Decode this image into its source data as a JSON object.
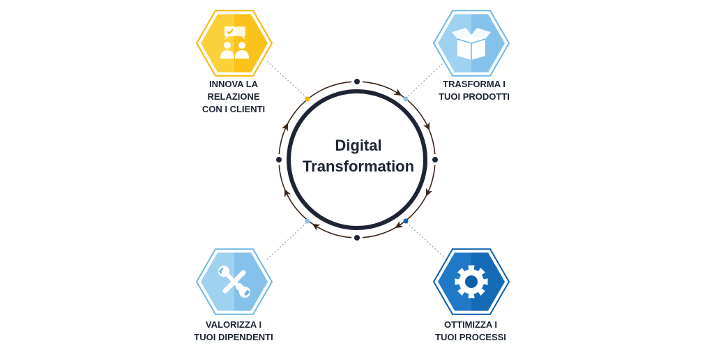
{
  "center": {
    "line1": "Digital",
    "line2": "Transformation"
  },
  "nodes": [
    {
      "id": "customers",
      "lines": [
        "INNOVA LA",
        "RELAZIONE",
        "CON I CLIENTI"
      ],
      "icon": "customer-relation-icon",
      "color": "#f7b500",
      "color_light": "#fcd23a",
      "dot_color": "#f7b500"
    },
    {
      "id": "products",
      "lines": [
        "TRASFORMA I",
        "TUOI PRODOTTI"
      ],
      "icon": "box-icon",
      "color": "#6fb7e6",
      "color_light": "#9fd1f1",
      "dot_color": "#8cc6ec"
    },
    {
      "id": "employees",
      "lines": [
        "VALORIZZA I",
        "TUOI DIPENDENTI"
      ],
      "icon": "tools-icon",
      "color": "#6fb7e6",
      "color_light": "#9fd1f1",
      "dot_color": "#8cc6ec"
    },
    {
      "id": "processes",
      "lines": [
        "OTTIMIZZA I",
        "TUOI PROCESSI"
      ],
      "icon": "gear-icon",
      "color": "#0b5ea8",
      "color_light": "#1f79c6",
      "dot_color": "#0b5ea8"
    }
  ],
  "colors": {
    "ring": "#1d2433",
    "arrows": "#3b2418",
    "text": "#1d2433"
  }
}
